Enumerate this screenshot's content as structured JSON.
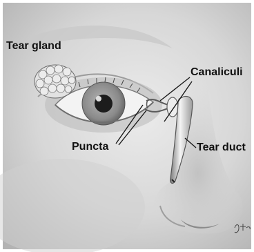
{
  "labels": {
    "tear_gland": "Tear gland",
    "canaliculi": "Canaliculi",
    "puncta": "Puncta",
    "tear_duct": "Tear duct"
  },
  "colors": {
    "skin_light": "#e6e6e6",
    "skin_shadow": "#a9a9a9",
    "iris": "#8c8c8c",
    "pupil": "#1c1c1c",
    "label_text": "#111111",
    "leader_line": "#1a1a1a"
  }
}
